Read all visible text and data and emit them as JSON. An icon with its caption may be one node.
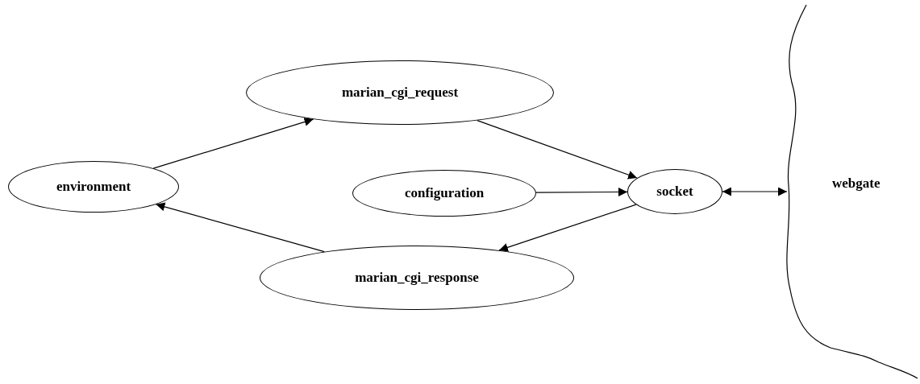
{
  "diagram": {
    "nodes": [
      {
        "text": [
          "environment"
        ]
      },
      {
        "text": [
          "marian_cgi_request"
        ]
      },
      {
        "text": [
          "configuration"
        ]
      },
      {
        "text": [
          "socket"
        ]
      },
      {
        "text": [
          "marian_cgi_response"
        ]
      },
      {
        "text": [
          "webgate"
        ]
      }
    ],
    "edges": [
      {
        "from": 0,
        "to": 1,
        "arrow": "to"
      },
      {
        "from": 1,
        "to": 3,
        "arrow": "to"
      },
      {
        "from": 2,
        "to": 3,
        "arrow": "to"
      },
      {
        "from": 3,
        "to": 4,
        "arrow": "to"
      },
      {
        "from": 4,
        "to": 0,
        "arrow": "to"
      },
      {
        "from": 3,
        "to": 5,
        "arrow": "both"
      }
    ]
  }
}
